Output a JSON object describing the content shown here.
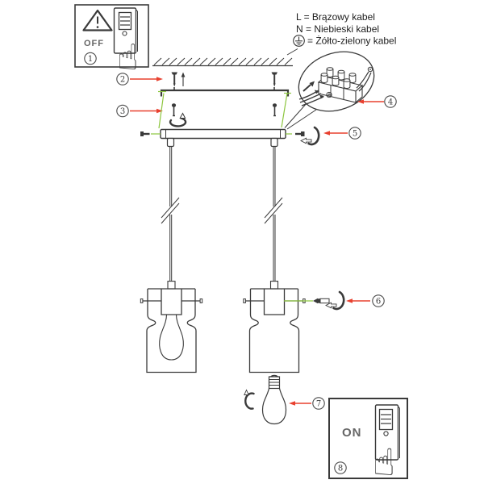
{
  "legend": {
    "items": [
      {
        "symbol": "L",
        "label": "Brązowy kabel",
        "display": "L = Brązowy kabel"
      },
      {
        "symbol": "N",
        "label": "Niebieski kabel",
        "display": "N = Niebieski kabel"
      },
      {
        "symbol": "earth-ground-icon",
        "label": "Żółto-zielony kabel",
        "display": "=  Żółto-zielony kabel"
      }
    ]
  },
  "steps": {
    "numbers": [
      "1",
      "2",
      "3",
      "4",
      "5",
      "6",
      "7",
      "8"
    ]
  },
  "switches": {
    "off_label": "OFF",
    "on_label": "ON"
  },
  "icons": {
    "pointing_hand": "☝"
  },
  "colors": {
    "line": "#3a3a3a",
    "annotation_red": "#e8402f",
    "annotation_green": "#8dc63f"
  }
}
